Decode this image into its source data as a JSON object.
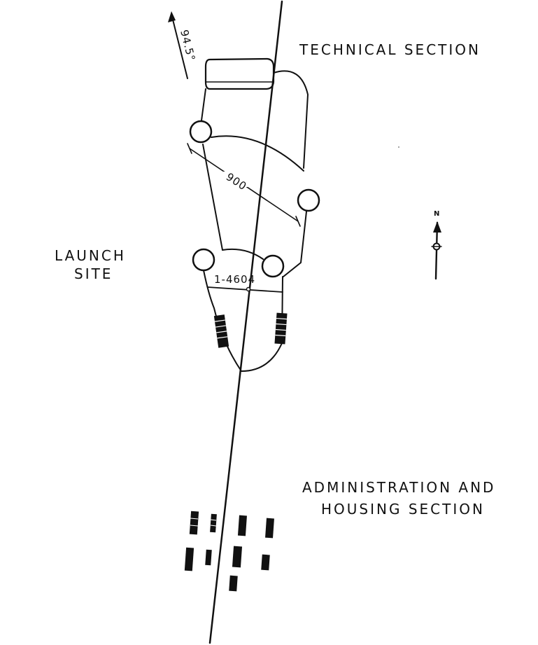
{
  "labels": {
    "technical_section": "TECHNICAL SECTION",
    "launch_site_line1": "LAUNCH",
    "launch_site_line2": "SITE",
    "admin_line1": "ADMINISTRATION AND",
    "admin_line2": "HOUSING SECTION",
    "bearing": "94.5°",
    "dimension_900": "900",
    "dimension_pad": "1-4604",
    "north": "N"
  },
  "colors": {
    "ink": "#111111",
    "paper": "#ffffff"
  }
}
